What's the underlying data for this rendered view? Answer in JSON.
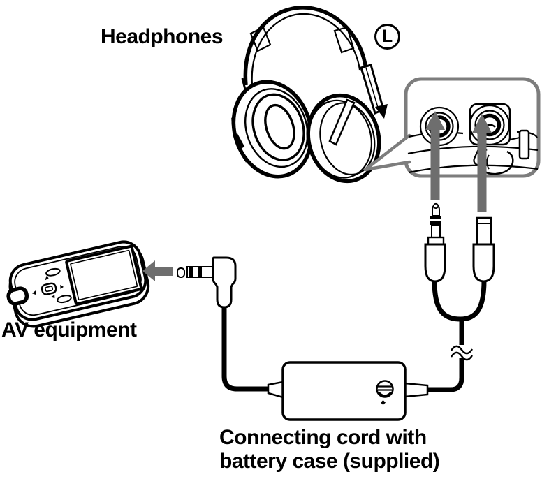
{
  "labels": {
    "headphones": "Headphones",
    "left_marker": "L",
    "av_equipment": "AV equipment",
    "connecting_cord_line1": "Connecting cord with",
    "connecting_cord_line2": "battery case (supplied)"
  },
  "colors": {
    "line": "#000000",
    "background": "#ffffff",
    "arrow_gray": "#6e6e6e",
    "callout_gray": "#7d7d7d"
  },
  "illustrations": [
    {
      "name": "headphones-illustration",
      "meaning": "over-ear headphones line art"
    },
    {
      "name": "jack-detail-callout",
      "meaning": "magnified view of the two input jacks on the left housing"
    },
    {
      "name": "insert-arrow",
      "meaning": "gray arrow showing plug insertion direction"
    },
    {
      "name": "stereo-mini-plug",
      "meaning": "stereo mini plug of connecting cord"
    },
    {
      "name": "power-plug",
      "meaning": "power plug of connecting cord"
    },
    {
      "name": "av-equipment-illustration",
      "meaning": "portable AV player line art"
    },
    {
      "name": "right-angle-mini-plug",
      "meaning": "L-shaped stereo mini plug toward AV equipment"
    },
    {
      "name": "battery-case-illustration",
      "meaning": "in-line battery case of supplied cord"
    },
    {
      "name": "cable-break-symbol",
      "meaning": "cable shortened-length break marks"
    }
  ]
}
